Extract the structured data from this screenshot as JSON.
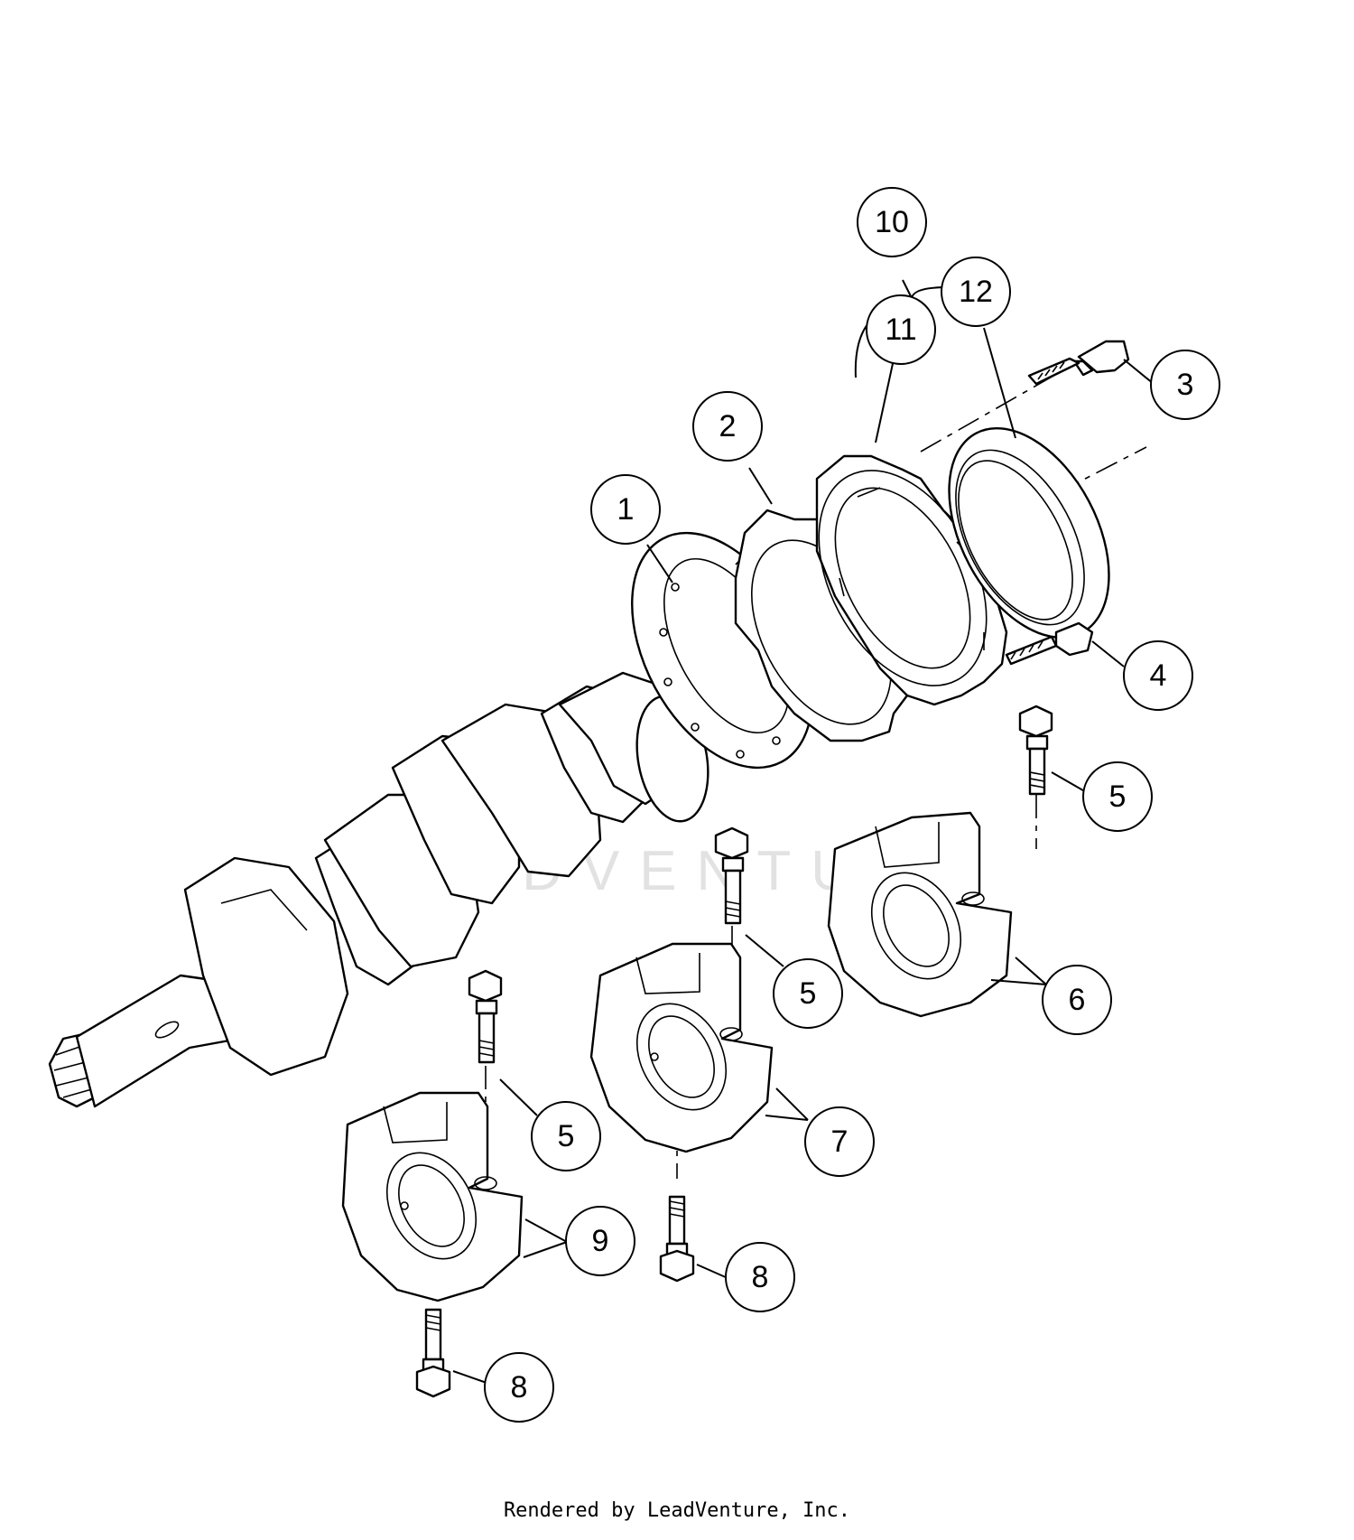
{
  "watermark": {
    "text": "LEADVENTURE"
  },
  "callouts": [
    {
      "id": "c1",
      "label": "1"
    },
    {
      "id": "c2",
      "label": "2"
    },
    {
      "id": "c3",
      "label": "3"
    },
    {
      "id": "c4",
      "label": "4"
    },
    {
      "id": "c5a",
      "label": "5"
    },
    {
      "id": "c5b",
      "label": "5"
    },
    {
      "id": "c5c",
      "label": "5"
    },
    {
      "id": "c6",
      "label": "6"
    },
    {
      "id": "c7",
      "label": "7"
    },
    {
      "id": "c8a",
      "label": "8"
    },
    {
      "id": "c8b",
      "label": "8"
    },
    {
      "id": "c9",
      "label": "9"
    },
    {
      "id": "c10",
      "label": "10"
    },
    {
      "id": "c11",
      "label": "11"
    },
    {
      "id": "c12",
      "label": "12"
    }
  ],
  "footer": {
    "text": "Rendered by LeadVenture, Inc."
  }
}
